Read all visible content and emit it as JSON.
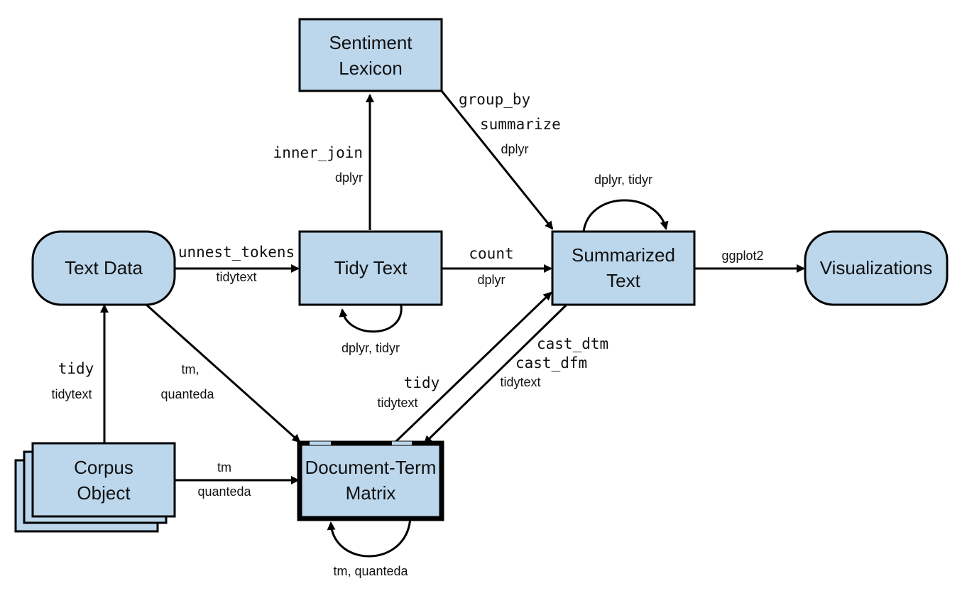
{
  "nodes": {
    "sentiment_lexicon": [
      "Sentiment",
      "Lexicon"
    ],
    "text_data": "Text Data",
    "tidy_text": "Tidy Text",
    "summarized_text": [
      "Summarized",
      "Text"
    ],
    "visualizations": "Visualizations",
    "corpus_object": [
      "Corpus",
      "Object"
    ],
    "dtm": [
      "Document-Term",
      "Matrix"
    ]
  },
  "edges": {
    "text_to_tidy": {
      "function": "unnest_tokens",
      "package": "tidytext"
    },
    "tidy_to_lexicon": {
      "function": "inner_join",
      "package": "dplyr"
    },
    "lexicon_to_summarized": {
      "functions": [
        "group_by",
        "summarize"
      ],
      "package": "dplyr"
    },
    "summarized_loop": {
      "package": "dplyr, tidyr"
    },
    "tidy_to_summarized": {
      "function": "count",
      "package": "dplyr"
    },
    "summarized_to_viz": {
      "package": "ggplot2"
    },
    "tidy_loop": {
      "package": "dplyr, tidyr"
    },
    "corpus_to_text": {
      "function": "tidy",
      "package": "tidytext"
    },
    "text_to_dtm": {
      "packages": [
        "tm,",
        "quanteda"
      ]
    },
    "dtm_to_summarized": {
      "function": "tidy",
      "package": "tidytext"
    },
    "summarized_to_dtm": {
      "functions": [
        "cast_dtm",
        "cast_dfm"
      ],
      "package": "tidytext"
    },
    "corpus_to_dtm": {
      "packages": [
        "tm",
        "quanteda"
      ]
    },
    "dtm_loop": {
      "package": "tm, quanteda"
    }
  },
  "colors": {
    "node_fill": "#bcd7ec",
    "stroke": "#000000"
  }
}
